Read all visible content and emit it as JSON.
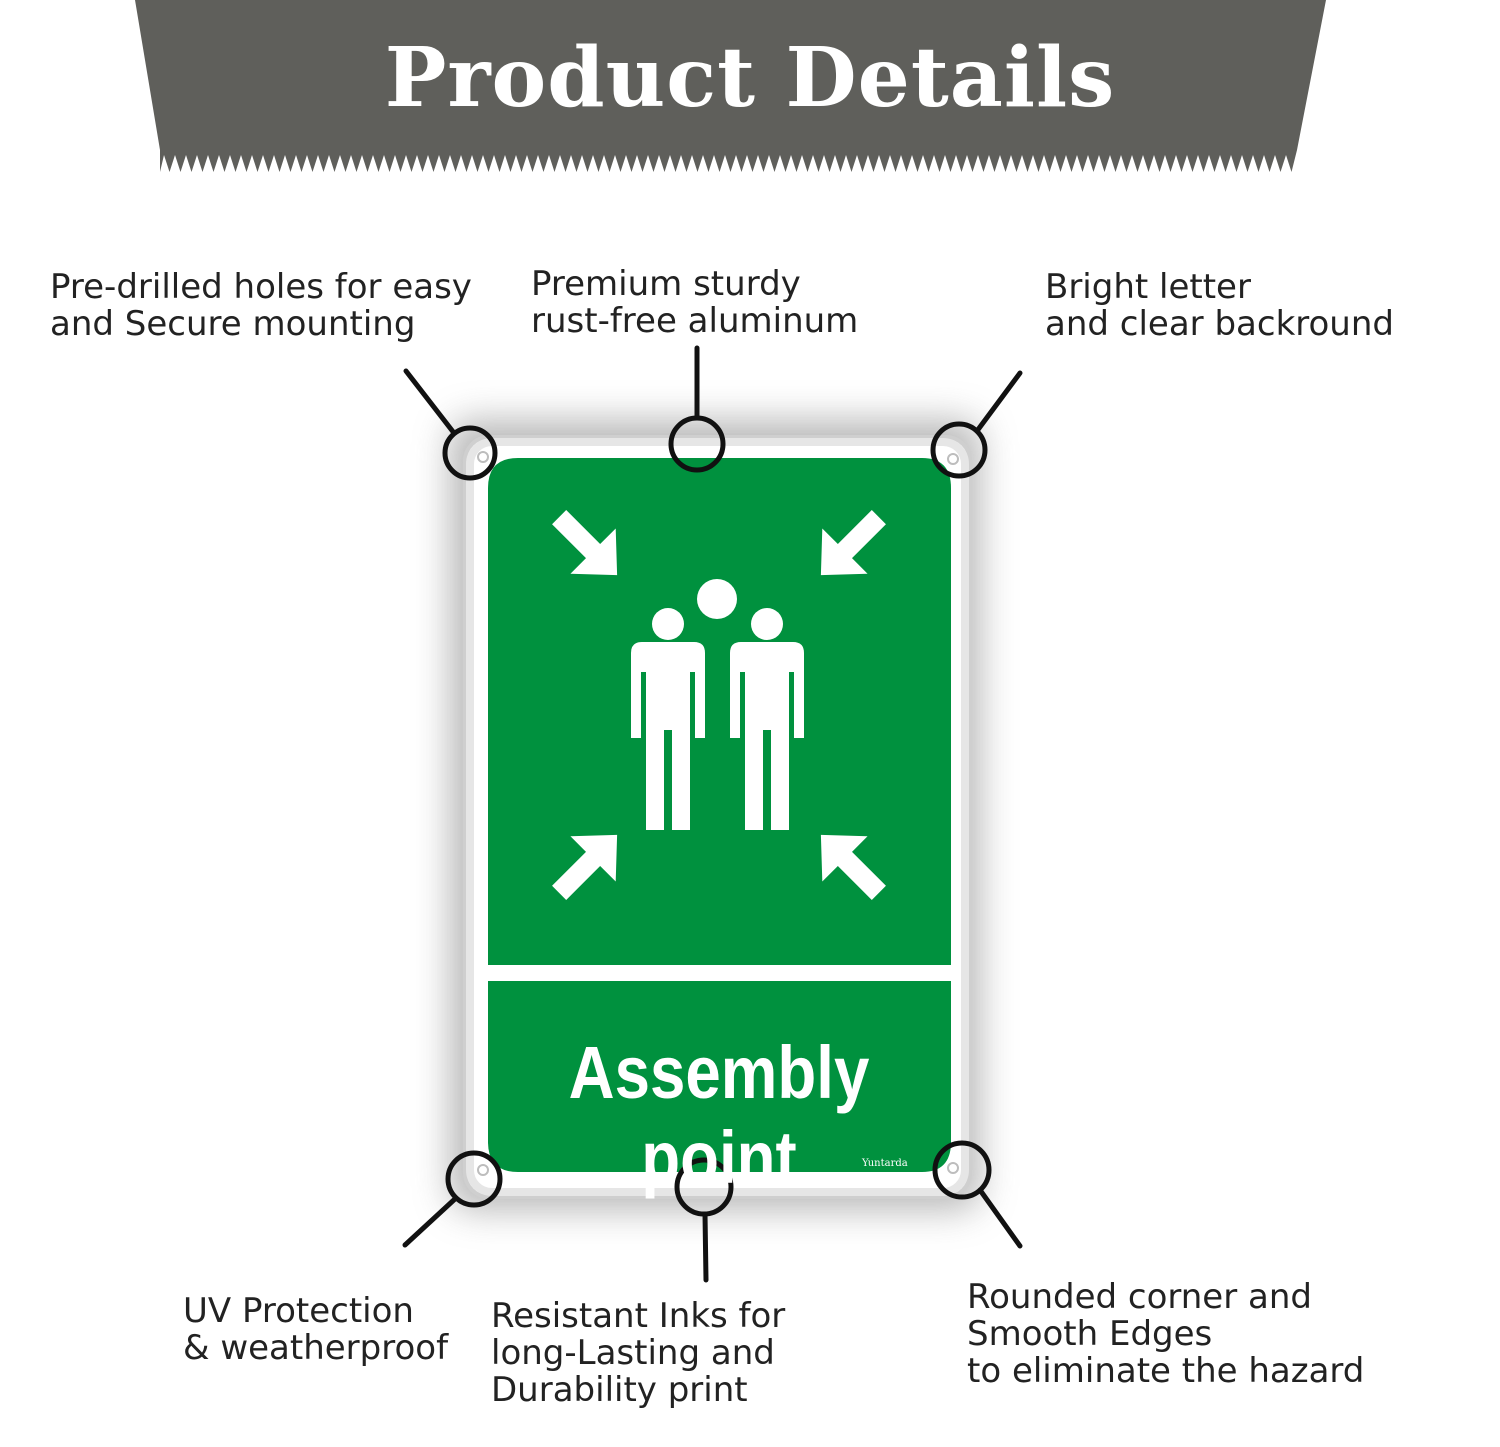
{
  "header": {
    "title": "Product Details"
  },
  "callouts": {
    "top_left": [
      "Pre-drilled holes for easy",
      "and Secure mounting"
    ],
    "top_center": [
      "Premium sturdy",
      "rust-free aluminum"
    ],
    "top_right": [
      "Bright letter",
      "and clear backround"
    ],
    "bottom_left": [
      "UV Protection",
      "& weatherproof"
    ],
    "bottom_center": [
      "Resistant Inks for",
      "long-Lasting and",
      "Durability print"
    ],
    "bottom_right": [
      "Rounded corner and",
      "Smooth Edges",
      "to eliminate the hazard"
    ]
  },
  "sign": {
    "text": "Assembly point",
    "brand": "Yuntarda",
    "colors": {
      "green": "#00913e",
      "frame": "#ffffff",
      "banner": "#5f5f5b"
    },
    "icon": "assembly-point-pictogram"
  }
}
